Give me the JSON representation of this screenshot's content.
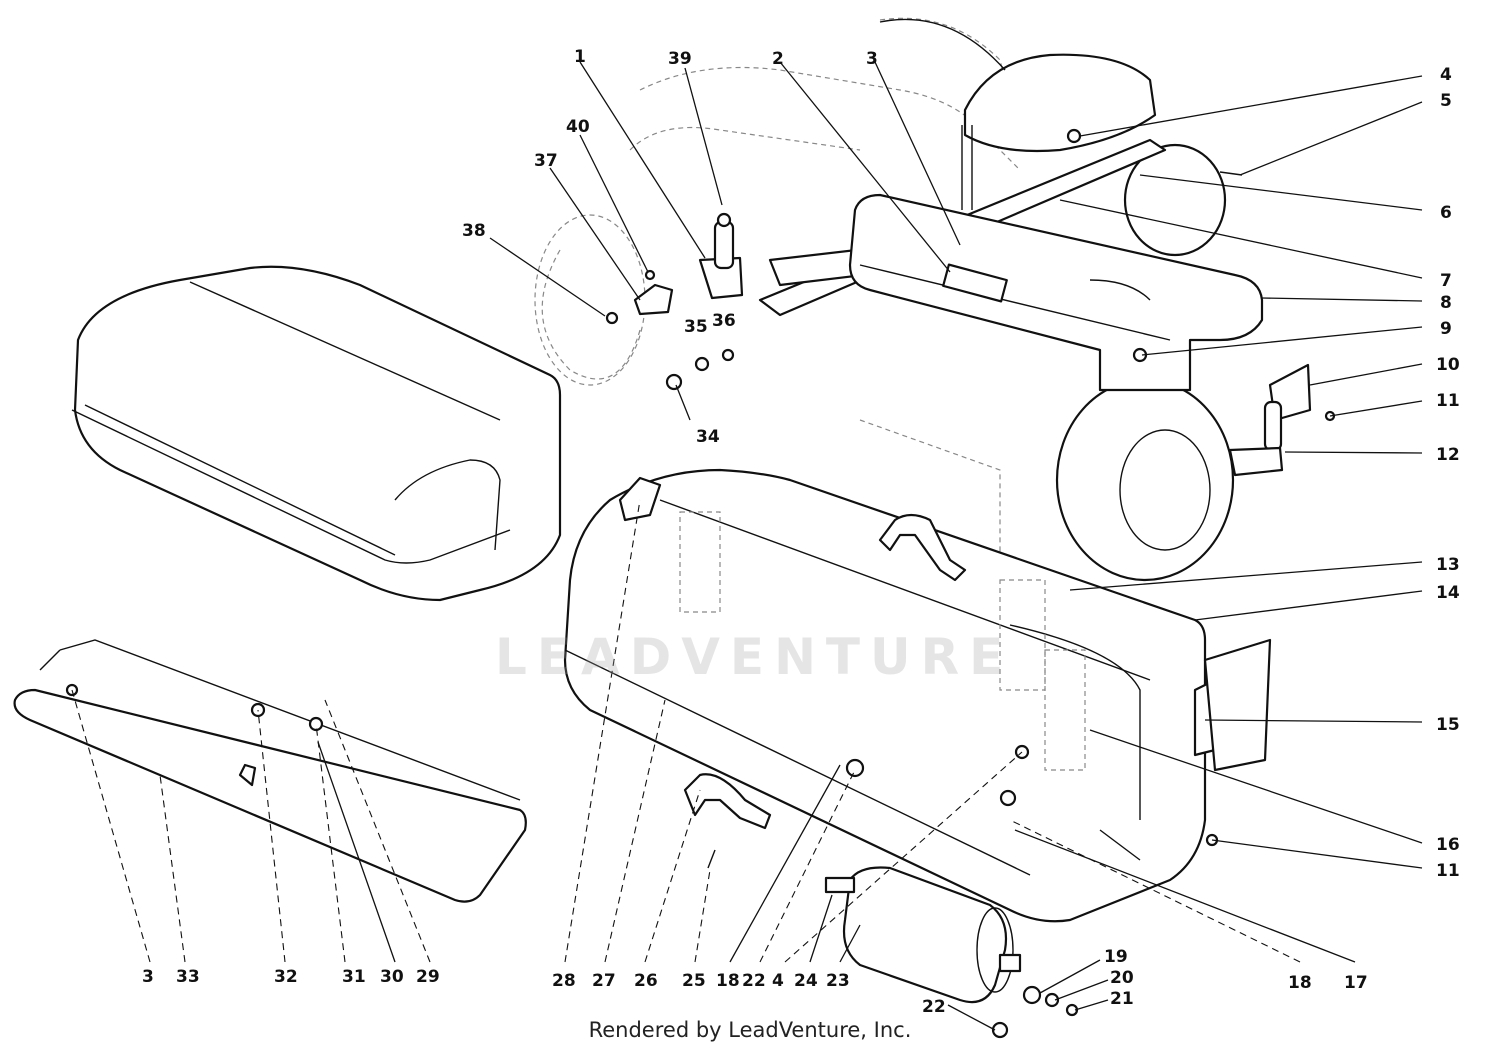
{
  "watermark": "LEADVENTURE",
  "footer": "Rendered by LeadVenture, Inc.",
  "callouts": {
    "c1": "1",
    "c39": "39",
    "c2": "2",
    "c3a": "3",
    "c4a": "4",
    "c5": "5",
    "c40": "40",
    "c37": "37",
    "c6": "6",
    "c38": "38",
    "c7": "7",
    "c8": "8",
    "c35": "35",
    "c36": "36",
    "c9": "9",
    "c10": "10",
    "c11a": "11",
    "c34": "34",
    "c12": "12",
    "c13": "13",
    "c14": "14",
    "c15": "15",
    "c16": "16",
    "c11b": "11",
    "c19": "19",
    "c20": "20",
    "c21": "21",
    "c22b": "22",
    "b3": "3",
    "b33": "33",
    "b32": "32",
    "b31": "31",
    "b30": "30",
    "b29": "29",
    "b28": "28",
    "b27": "27",
    "b26": "26",
    "b25": "25",
    "b18": "18",
    "b22": "22",
    "b4": "4",
    "b24": "24",
    "b23": "23",
    "b18r": "18",
    "b17": "17"
  }
}
